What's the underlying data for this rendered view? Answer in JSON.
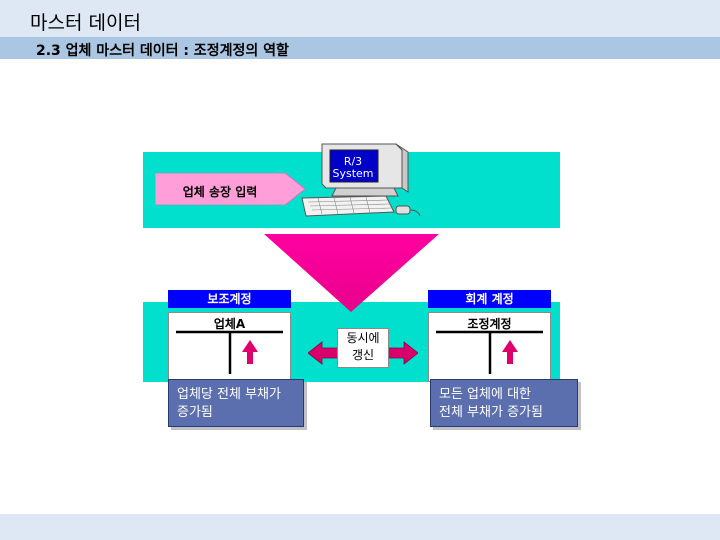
{
  "header": {
    "title": "마스터 데이터",
    "subtitle": "2.3 업체 마스터 데이터 : 조정계정의 역할"
  },
  "diagram": {
    "screen_text": [
      "R/3",
      "System"
    ],
    "input_label": "업체 송장 입력",
    "subledger": {
      "header": "보조계정",
      "account": "업체A"
    },
    "general_ledger": {
      "header": "회계 계정",
      "account": "조정계정"
    },
    "sync_label": [
      "동시에",
      "갱신"
    ],
    "note_left": [
      "업체당 전체 부채가",
      "증가됨"
    ],
    "note_right": [
      "모든 업체에 대한",
      "전체 부채가 증가됨"
    ]
  },
  "colors": {
    "band": "#00e0cc",
    "pink": "#ff00a0",
    "header_blue": "#0000ff",
    "note_blue": "#5b6fae",
    "arrow_red": "#e0006c"
  }
}
